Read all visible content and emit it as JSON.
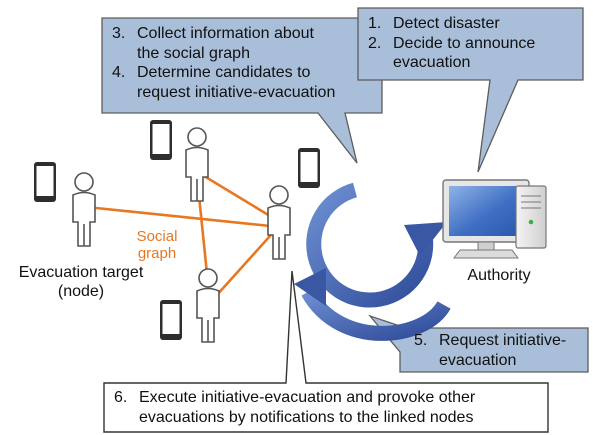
{
  "colors": {
    "callout_fill": "#a9bed8",
    "callout_stroke": "#5d5d5d",
    "social_edge": "#e87722",
    "arrow_blue": "#3d5aa6",
    "arrow_blue_light": "#6e8fd2",
    "person_stroke": "#555555"
  },
  "callouts": {
    "authority_steps": {
      "step1": {
        "num": "1.",
        "text": "Detect disaster"
      },
      "step2": {
        "num": "2.",
        "text": "Decide to announce",
        "cont": "evacuation"
      }
    },
    "graph_steps": {
      "step3": {
        "num": "3.",
        "text": "Collect information about",
        "cont": "the social graph"
      },
      "step4": {
        "num": "4.",
        "text": "Determine candidates to",
        "cont": "request initiative-evacuation"
      }
    },
    "request_step": {
      "num": "5.",
      "text": "Request initiative-",
      "cont": "evacuation"
    },
    "execute_step": {
      "num": "6.",
      "text": "Execute initiative-evacuation and provoke other",
      "cont": "evacuations by notifications to the linked nodes"
    }
  },
  "labels": {
    "social_graph_line1": "Social",
    "social_graph_line2": "graph",
    "evac_target_line1": "Evacuation target",
    "evac_target_line2": "(node)",
    "authority": "Authority"
  },
  "icons": {
    "person": "person-icon",
    "smartphone": "smartphone-icon",
    "computer": "desktop-computer-icon",
    "cycle_arrows": "cycle-arrows-icon"
  }
}
